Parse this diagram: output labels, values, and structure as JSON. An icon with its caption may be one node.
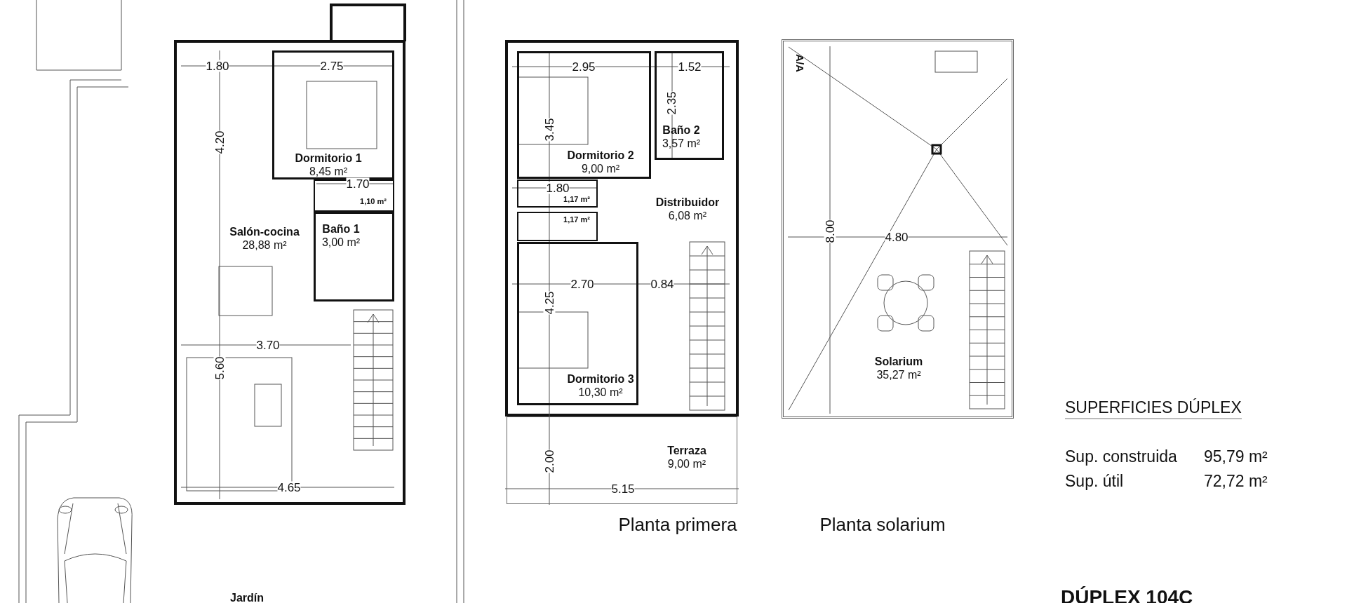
{
  "diagram": {
    "nodes": [
      {
        "text": [
          "Dormitorio 1",
          "8,45 m²"
        ]
      },
      {
        "text": [
          "1,10 m²"
        ]
      },
      {
        "text": [
          "Baño 1",
          "3,00 m²"
        ]
      },
      {
        "text": [
          "Salón-cocina",
          "28,88 m²"
        ]
      },
      {
        "text": [
          "Dormitorio 2",
          "9,00 m²"
        ]
      },
      {
        "text": [
          "Baño 2",
          "3,57 m²"
        ]
      },
      {
        "text": [
          "1,17 m²"
        ]
      },
      {
        "text": [
          "1,17 m²"
        ]
      },
      {
        "text": [
          "Distribuidor",
          "6,08 m²"
        ]
      },
      {
        "text": [
          "Dormitorio 3",
          "10,30 m²"
        ]
      },
      {
        "text": [
          "Terraza",
          "9,00 m²"
        ]
      },
      {
        "text": [
          "Solarium",
          "35,27 m²"
        ]
      }
    ],
    "edges": [],
    "labels": [
      "1.80",
      "2.75",
      "4.20",
      "1.70",
      "3.70",
      "5.60",
      "4.65",
      "Jardín",
      "2.95",
      "1.52",
      "2.35",
      "3.45",
      "1.80",
      "2.70",
      "0.84",
      "4.25",
      "2.00",
      "5.15",
      "Planta primera",
      "A/A",
      "8.00",
      "4.80",
      "Planta solarium",
      "SUPERFICIES DÚPLEX",
      "Sup. construida",
      "95,79 m²",
      "Sup. útil",
      "72,72 m²",
      "DÚPLEX 104C"
    ]
  }
}
